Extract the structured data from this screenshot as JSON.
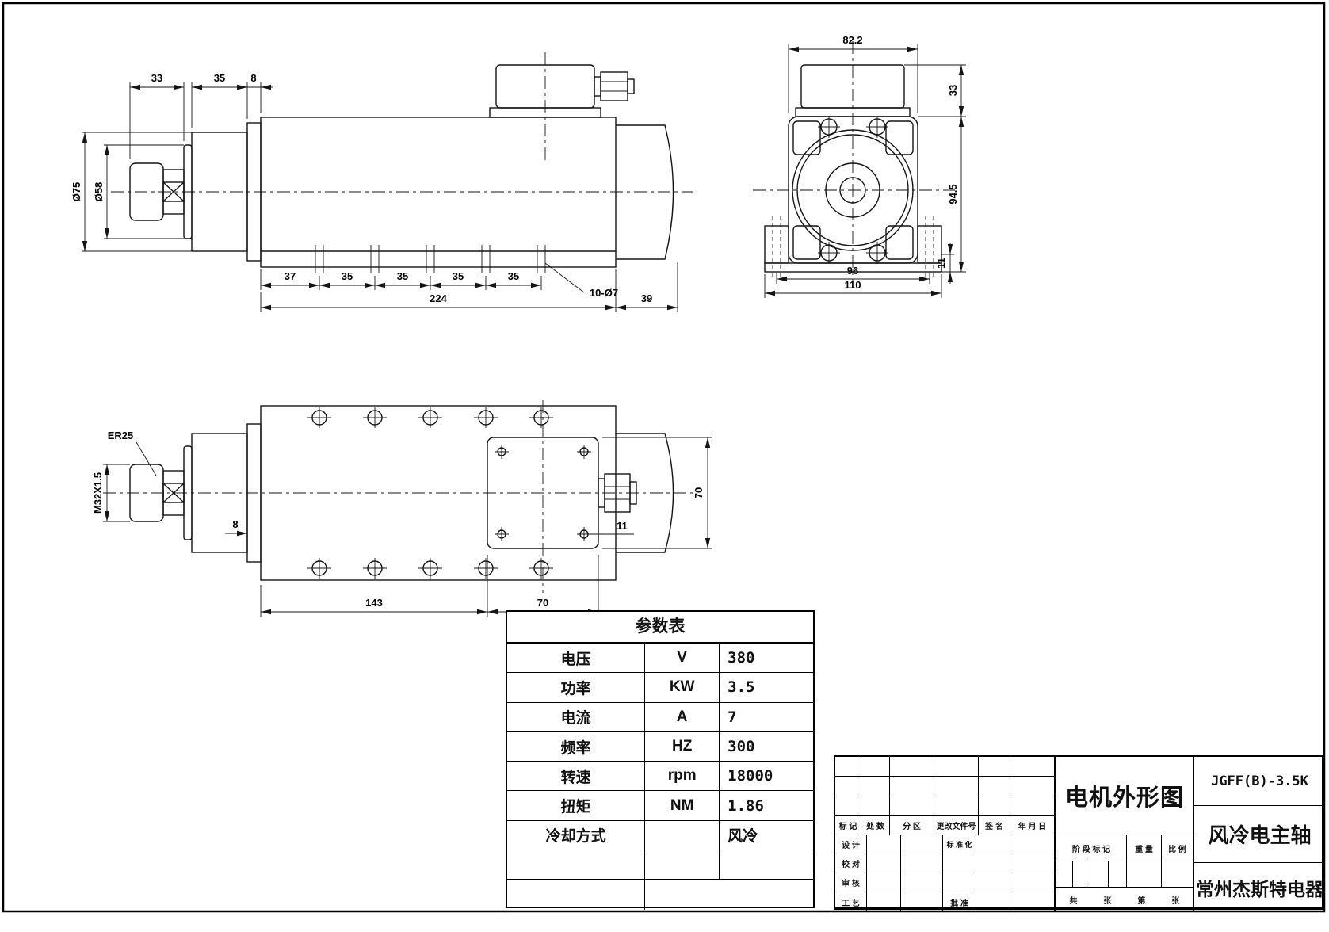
{
  "views": {
    "side": {
      "dim_top": [
        "33",
        "35",
        "8"
      ],
      "dim_d75": "Ø75",
      "dim_d58": "Ø58",
      "holes": [
        "37",
        "35",
        "35",
        "35",
        "35"
      ],
      "callout_holes": "10-Ø7",
      "dim_length": "224",
      "dim_tail": "39"
    },
    "end": {
      "dim_width": "82.2",
      "dim_box_h": "33",
      "dim_body_h": "94.5",
      "dim_foot": "11",
      "dim_bolt_span": "96",
      "dim_base": "110"
    },
    "top": {
      "callout_collet": "ER25",
      "dim_thread": "M32X1.5",
      "dim_step": "8",
      "dim_offset": "11",
      "dim_box_h": "70",
      "dim_front": "143",
      "dim_box_len": "70"
    }
  },
  "param_table": {
    "title": "参数表",
    "rows": [
      {
        "name": "电压",
        "unit": "V",
        "value": "380"
      },
      {
        "name": "功率",
        "unit": "KW",
        "value": "3.5"
      },
      {
        "name": "电流",
        "unit": "A",
        "value": "7"
      },
      {
        "name": "频率",
        "unit": "HZ",
        "value": "300"
      },
      {
        "name": "转速",
        "unit": "rpm",
        "value": "18000"
      },
      {
        "name": "扭矩",
        "unit": "NM",
        "value": "1.86"
      },
      {
        "name": "冷却方式",
        "unit": "",
        "value": "风冷"
      }
    ]
  },
  "title_block": {
    "rev_headers": [
      "标 记",
      "处 数",
      "分  区",
      "更改文件号",
      "签 名",
      "年 月 日"
    ],
    "sig_rows": [
      {
        "label": "设 计",
        "label2": "标 准 化"
      },
      {
        "label": "校 对",
        "label2": ""
      },
      {
        "label": "审 核",
        "label2": ""
      },
      {
        "label": "工 艺",
        "label2": "批 准"
      }
    ],
    "drawing_title": "电机外形图",
    "stage_mark": "阶 段 标 记",
    "weight": "重 量",
    "scale": "比 例",
    "sheets": {
      "gong": "共",
      "zhang1": "张",
      "di": "第",
      "zhang2": "张"
    },
    "model": "JGFF(B)-3.5K",
    "product": "风冷电主轴",
    "company": "常州杰斯特电器"
  }
}
